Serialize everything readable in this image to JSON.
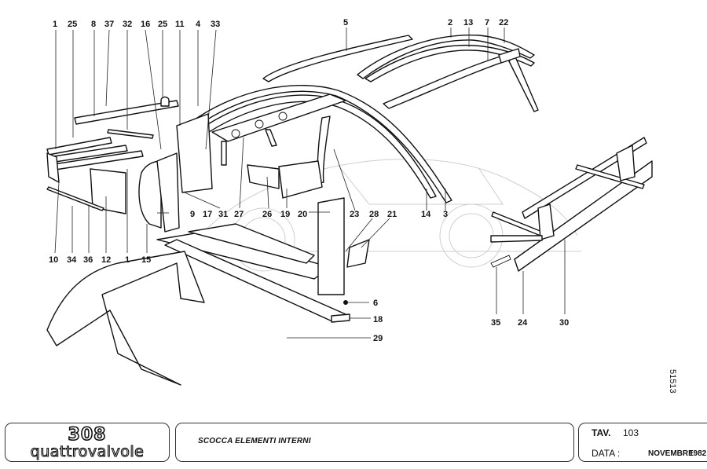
{
  "document": {
    "title": "SCOCCA ELEMENTI INTERNI",
    "brand": {
      "model": "308",
      "name": "quattrovalvole"
    },
    "table": {
      "label": "TAV.",
      "number": "103"
    },
    "date": {
      "label": "DATA :",
      "month": "NOVEMBRE",
      "year": "1982"
    },
    "drawing_code": "51513"
  },
  "callouts": {
    "top": [
      "1",
      "25",
      "8",
      "37",
      "32",
      "16",
      "25",
      "11",
      "4",
      "33",
      "5",
      "2",
      "13",
      "7",
      "22"
    ],
    "middle": [
      "9",
      "17",
      "31",
      "27",
      "26",
      "19",
      "20",
      "23",
      "28",
      "21",
      "14",
      "3"
    ],
    "bottom_left": [
      "10",
      "34",
      "36",
      "12",
      "1",
      "15"
    ],
    "right_side": [
      "6",
      "18",
      "29"
    ],
    "bottom_right": [
      "35",
      "24",
      "30"
    ]
  }
}
